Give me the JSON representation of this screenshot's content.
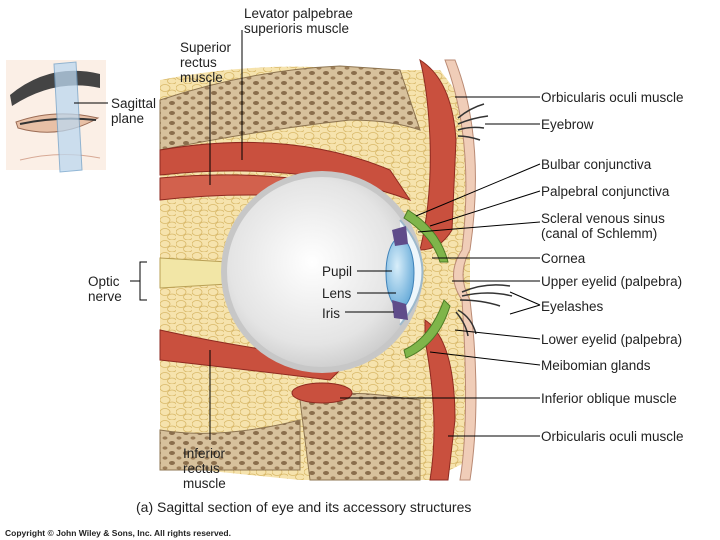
{
  "labels": {
    "levator": "Levator palpebrae\nsuperioris muscle",
    "superior_rectus": "Superior\nrectus\nmuscle",
    "sagittal_plane": "Sagittal\nplane",
    "optic_nerve": "Optic\nnerve",
    "inferior_rectus": "Inferior\nrectus\nmuscle",
    "pupil": "Pupil",
    "lens": "Lens",
    "iris": "Iris",
    "orbicularis_top": "Orbicularis oculi muscle",
    "eyebrow": "Eyebrow",
    "bulbar_conjunctiva": "Bulbar conjunctiva",
    "palpebral_conjunctiva": "Palpebral conjunctiva",
    "scleral_sinus": "Scleral venous sinus\n(canal of Schlemm)",
    "cornea": "Cornea",
    "upper_eyelid": "Upper eyelid (palpebra)",
    "eyelashes": "Eyelashes",
    "lower_eyelid": "Lower eyelid (palpebra)",
    "meibomian": "Meibomian glands",
    "inferior_oblique": "Inferior oblique muscle",
    "orbicularis_bottom": "Orbicularis oculi muscle"
  },
  "caption": "(a) Sagittal section of eye and its accessory structures",
  "copyright": "Copyright © John Wiley & Sons, Inc. All rights reserved.",
  "colors": {
    "bone": "#c9b08a",
    "fat": "#f2dba0",
    "muscle": "#c9503e",
    "eyeball": "#e9e9e9",
    "lens": "#8ec3e3",
    "conjunctiva": "#7fb54a"
  }
}
